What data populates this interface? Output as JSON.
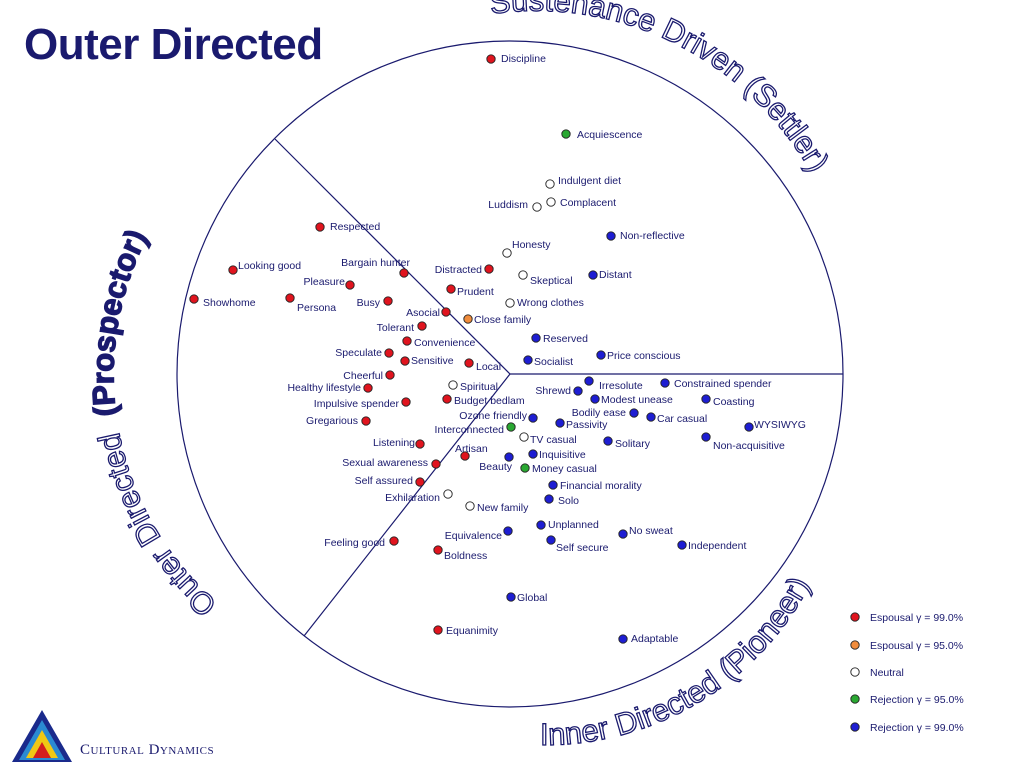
{
  "title": "Outer Directed",
  "segments": {
    "settler": "Sustenance Driven (Settler)",
    "prospector_normal": "Outer Directed",
    "prospector_bold": "(Prospector)",
    "pioneer": "Inner Directed (Pioneer)"
  },
  "colors": {
    "espousal_99": "#e0141e",
    "espousal_95": "#f08c3c",
    "neutral": "#ffffff",
    "rejection_95": "#2aa832",
    "rejection_99": "#1e1ed2",
    "ink": "#1a1a6e"
  },
  "legend": [
    {
      "cat": "espousal_99",
      "label": "Espousal  γ = 99.0%"
    },
    {
      "cat": "espousal_95",
      "label": "Espousal γ = 95.0%"
    },
    {
      "cat": "neutral",
      "label": "Neutral"
    },
    {
      "cat": "rejection_95",
      "label": "Rejection γ = 95.0%"
    },
    {
      "cat": "rejection_99",
      "label": "Rejection γ = 99.0%"
    }
  ],
  "attributes": [
    {
      "label": "Discipline",
      "cat": "espousal_99"
    },
    {
      "label": "Acquiescence",
      "cat": "rejection_95"
    },
    {
      "label": "Indulgent diet",
      "cat": "neutral"
    },
    {
      "label": "Complacent",
      "cat": "neutral"
    },
    {
      "label": "Luddism",
      "cat": "neutral"
    },
    {
      "label": "Non-reflective",
      "cat": "rejection_99"
    },
    {
      "label": "Respected",
      "cat": "espousal_99"
    },
    {
      "label": "Honesty",
      "cat": "neutral"
    },
    {
      "label": "Looking good",
      "cat": "espousal_99"
    },
    {
      "label": "Bargain hunter",
      "cat": "espousal_99"
    },
    {
      "label": "Distracted",
      "cat": "espousal_99"
    },
    {
      "label": "Skeptical",
      "cat": "neutral"
    },
    {
      "label": "Distant",
      "cat": "rejection_99"
    },
    {
      "label": "Pleasure",
      "cat": "espousal_99"
    },
    {
      "label": "Prudent",
      "cat": "espousal_99"
    },
    {
      "label": "Showhome",
      "cat": "espousal_99"
    },
    {
      "label": "Persona",
      "cat": "espousal_99"
    },
    {
      "label": "Busy",
      "cat": "espousal_99"
    },
    {
      "label": "Wrong clothes",
      "cat": "neutral"
    },
    {
      "label": "Asocial",
      "cat": "espousal_99"
    },
    {
      "label": "Close family",
      "cat": "espousal_95"
    },
    {
      "label": "Tolerant",
      "cat": "espousal_99"
    },
    {
      "label": "Reserved",
      "cat": "rejection_99"
    },
    {
      "label": "Convenience",
      "cat": "espousal_99"
    },
    {
      "label": "Speculate",
      "cat": "espousal_99"
    },
    {
      "label": "Sensitive",
      "cat": "espousal_99"
    },
    {
      "label": "Local",
      "cat": "espousal_99"
    },
    {
      "label": "Socialist",
      "cat": "rejection_99"
    },
    {
      "label": "Price conscious",
      "cat": "rejection_99"
    },
    {
      "label": "Cheerful",
      "cat": "espousal_99"
    },
    {
      "label": "Healthy lifestyle",
      "cat": "espousal_99"
    },
    {
      "label": "Spiritual",
      "cat": "neutral"
    },
    {
      "label": "Shrewd",
      "cat": "rejection_99"
    },
    {
      "label": "Irresolute",
      "cat": "rejection_99"
    },
    {
      "label": "Constrained spender",
      "cat": "rejection_99"
    },
    {
      "label": "Impulsive spender",
      "cat": "espousal_99"
    },
    {
      "label": "Budget bedlam",
      "cat": "espousal_99"
    },
    {
      "label": "Modest unease",
      "cat": "rejection_99"
    },
    {
      "label": "Coasting",
      "cat": "rejection_99"
    },
    {
      "label": "Gregarious",
      "cat": "espousal_99"
    },
    {
      "label": "Ozone friendly",
      "cat": "rejection_99"
    },
    {
      "label": "Bodily ease",
      "cat": "rejection_99"
    },
    {
      "label": "Car casual",
      "cat": "rejection_99"
    },
    {
      "label": "Interconnected",
      "cat": "rejection_95"
    },
    {
      "label": "Passivity",
      "cat": "rejection_99"
    },
    {
      "label": "WYSIWYG",
      "cat": "rejection_99"
    },
    {
      "label": "Listening",
      "cat": "espousal_99"
    },
    {
      "label": "TV casual",
      "cat": "neutral"
    },
    {
      "label": "Solitary",
      "cat": "rejection_99"
    },
    {
      "label": "Non-acquisitive",
      "cat": "rejection_99"
    },
    {
      "label": "Artisan",
      "cat": "espousal_99"
    },
    {
      "label": "Inquisitive",
      "cat": "rejection_99"
    },
    {
      "label": "Sexual awareness",
      "cat": "espousal_99"
    },
    {
      "label": "Beauty",
      "cat": "rejection_99"
    },
    {
      "label": "Money casual",
      "cat": "rejection_95"
    },
    {
      "label": "Self assured",
      "cat": "espousal_99"
    },
    {
      "label": "Financial morality",
      "cat": "rejection_99"
    },
    {
      "label": "Exhilaration",
      "cat": "neutral"
    },
    {
      "label": "Solo",
      "cat": "rejection_99"
    },
    {
      "label": "New family",
      "cat": "neutral"
    },
    {
      "label": "Unplanned",
      "cat": "rejection_99"
    },
    {
      "label": "Equivalence",
      "cat": "rejection_99"
    },
    {
      "label": "No sweat",
      "cat": "rejection_99"
    },
    {
      "label": "Feeling good",
      "cat": "espousal_99"
    },
    {
      "label": "Self secure",
      "cat": "rejection_99"
    },
    {
      "label": "Independent",
      "cat": "rejection_99"
    },
    {
      "label": "Boldness",
      "cat": "espousal_99"
    },
    {
      "label": "Global",
      "cat": "rejection_99"
    },
    {
      "label": "Equanimity",
      "cat": "espousal_99"
    },
    {
      "label": "Adaptable",
      "cat": "rejection_99"
    }
  ],
  "brand": {
    "name": "Cultural Dynamics"
  }
}
